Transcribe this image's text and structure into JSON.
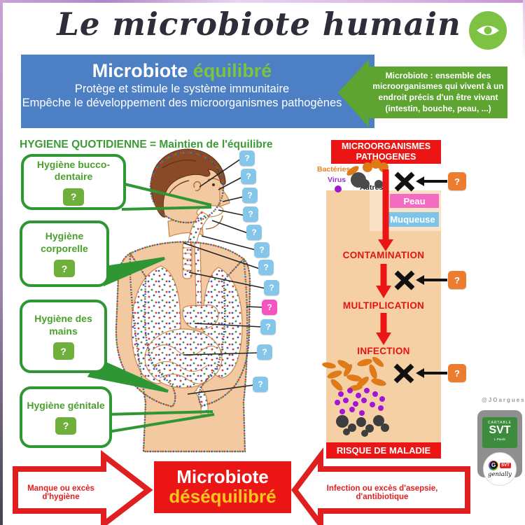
{
  "page": {
    "title": "Le microbiote humain"
  },
  "balanced": {
    "title_main": "Microbiote",
    "title_accent": "équilibré",
    "line1": "Protège et stimule le système immunitaire",
    "line2": "Empêche le développement des microorganismes pathogènes"
  },
  "definition": {
    "text": "Microbiote : ensemble des microorganismes qui vivent à un endroit précis d'un être vivant (intestin, bouche, peau, ...)"
  },
  "hygiene": {
    "heading": "HYGIENE QUOTIDIENNE = Maintien de l'équilibre",
    "boxes": [
      {
        "label": "Hygiène bucco-dentaire",
        "button": "?"
      },
      {
        "label": "Hygiène corporelle",
        "button": "?"
      },
      {
        "label": "Hygiène des mains",
        "button": "?"
      },
      {
        "label": "Hygiène génitale",
        "button": "?"
      }
    ]
  },
  "body": {
    "markers": [
      {
        "label": "?"
      },
      {
        "label": "?"
      },
      {
        "label": "?"
      },
      {
        "label": "?"
      },
      {
        "label": "?"
      },
      {
        "label": "?"
      },
      {
        "label": "?"
      },
      {
        "label": "?"
      },
      {
        "label": "?"
      },
      {
        "label": "?"
      },
      {
        "label": "?"
      },
      {
        "label": "?"
      }
    ]
  },
  "pathogens": {
    "header": "MICROORGANISMES PATHOGENES",
    "legend": [
      {
        "label": "Bactéries"
      },
      {
        "label": "Virus"
      },
      {
        "label": "Autres"
      }
    ],
    "skin_label": "Peau",
    "mucosa_label": "Muqueuse",
    "steps": [
      {
        "label": "CONTAMINATION"
      },
      {
        "label": "MULTIPLICATION"
      },
      {
        "label": "INFECTION"
      }
    ],
    "blockers": [
      {
        "button": "?"
      },
      {
        "button": "?"
      },
      {
        "button": "?"
      }
    ],
    "footer": "RISQUE DE MALADIE"
  },
  "imbalance": {
    "left_cause": "Manque ou excès d'hygiène",
    "title_main": "Microbiote",
    "title_accent": "déséquilibré",
    "right_cause": "Infection ou excès d'asepsie, d'antibiotique"
  },
  "credits": {
    "handle": "@JOargues",
    "cartable_line1": "CARTABLE",
    "cartable_line2": "SVT",
    "cartable_line3": "L.Paulin",
    "genially_g": "G",
    "genially_svt": "SVT",
    "genially_name": "genially"
  },
  "colors": {
    "accent_green": "#7dc242",
    "panel_blue": "#4c7fc4",
    "alert_red": "#ec1515",
    "peach": "#f6d0a5",
    "marker_blue": "#85c6ea",
    "marker_pink": "#f553be",
    "marker_orange": "#ed7d2e",
    "marker_green": "#6faf3b"
  }
}
